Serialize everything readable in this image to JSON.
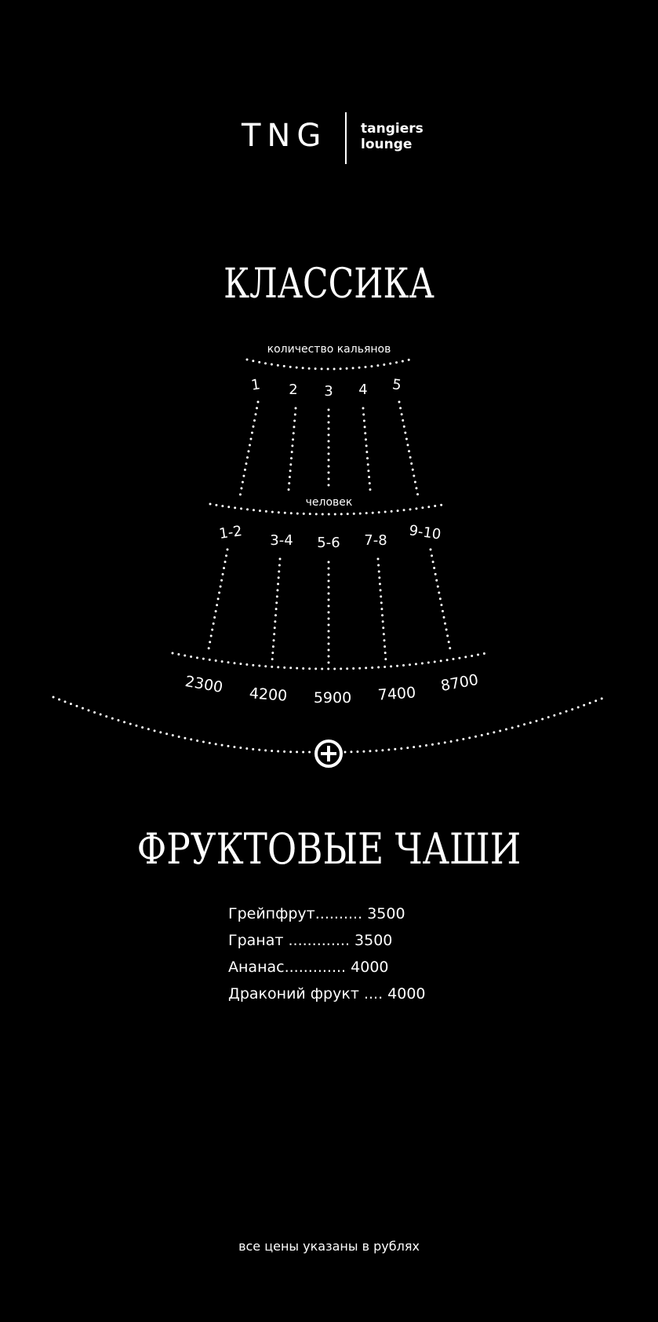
{
  "logo": {
    "mark": "TNG",
    "line1": "tangiers",
    "line2": "lounge"
  },
  "classic": {
    "title": "КЛАССИКА",
    "hookah_caption": "количество кальянов",
    "hookah_counts": [
      "1",
      "2",
      "3",
      "4",
      "5"
    ],
    "people_caption": "человек",
    "people": [
      "1-2",
      "3-4",
      "5-6",
      "7-8",
      "9-10"
    ],
    "prices": [
      "2300",
      "4200",
      "5900",
      "7400",
      "8700"
    ]
  },
  "plus_icon": "plus-circle-icon",
  "fruit": {
    "title": "ФРУКТОВЫЕ ЧАШИ",
    "items": [
      {
        "name": "Грейпфрут",
        "dots": "..........",
        "price": "3500"
      },
      {
        "name": "Гранат",
        "dots": ".............",
        "price": "3500"
      },
      {
        "name": "Ананас",
        "dots": ".............",
        "price": "4000"
      },
      {
        "name": "Драконий фрукт",
        "dots": "....",
        "price": "4000"
      }
    ]
  },
  "footer": "все цены указаны в рублях"
}
